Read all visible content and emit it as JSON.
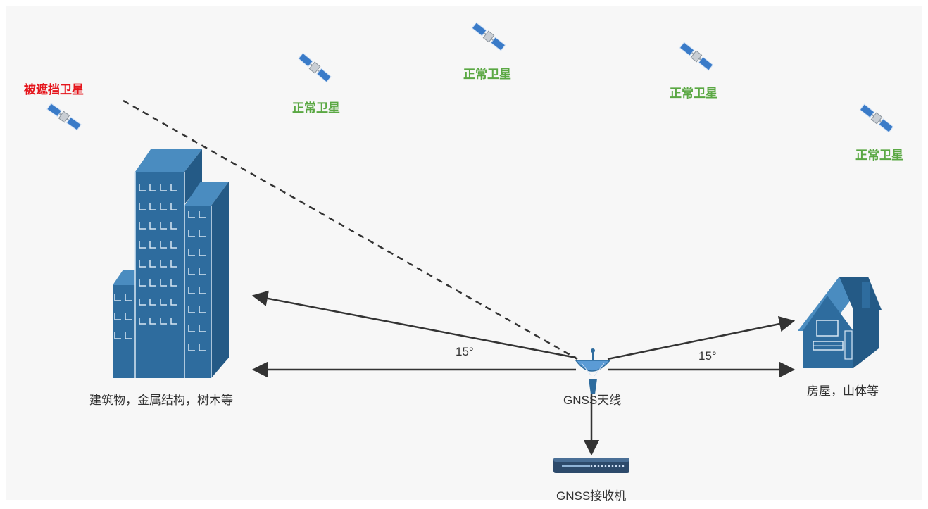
{
  "satellites": {
    "blocked_label": "被遮挡卫星",
    "normal_label_1": "正常卫星",
    "normal_label_2": "正常卫星",
    "normal_label_3": "正常卫星",
    "normal_label_4": "正常卫星"
  },
  "ground": {
    "buildings_label": "建筑物，金属结构，树木等",
    "house_label": "房屋，山体等",
    "antenna_label": "GNSS天线",
    "receiver_label": "GNSS接收机",
    "angle_left": "15°",
    "angle_right": "15°"
  },
  "colors": {
    "background": "#f7f7f7",
    "building_blue": "#2e6c9e",
    "satellite_blue": "#3a7bc8",
    "normal_green": "#5aa843",
    "blocked_red": "#e5141b",
    "arrow_dark": "#333333"
  },
  "icons": [
    "satellite-icon",
    "building-icon",
    "house-icon",
    "antenna-icon",
    "receiver-icon"
  ]
}
